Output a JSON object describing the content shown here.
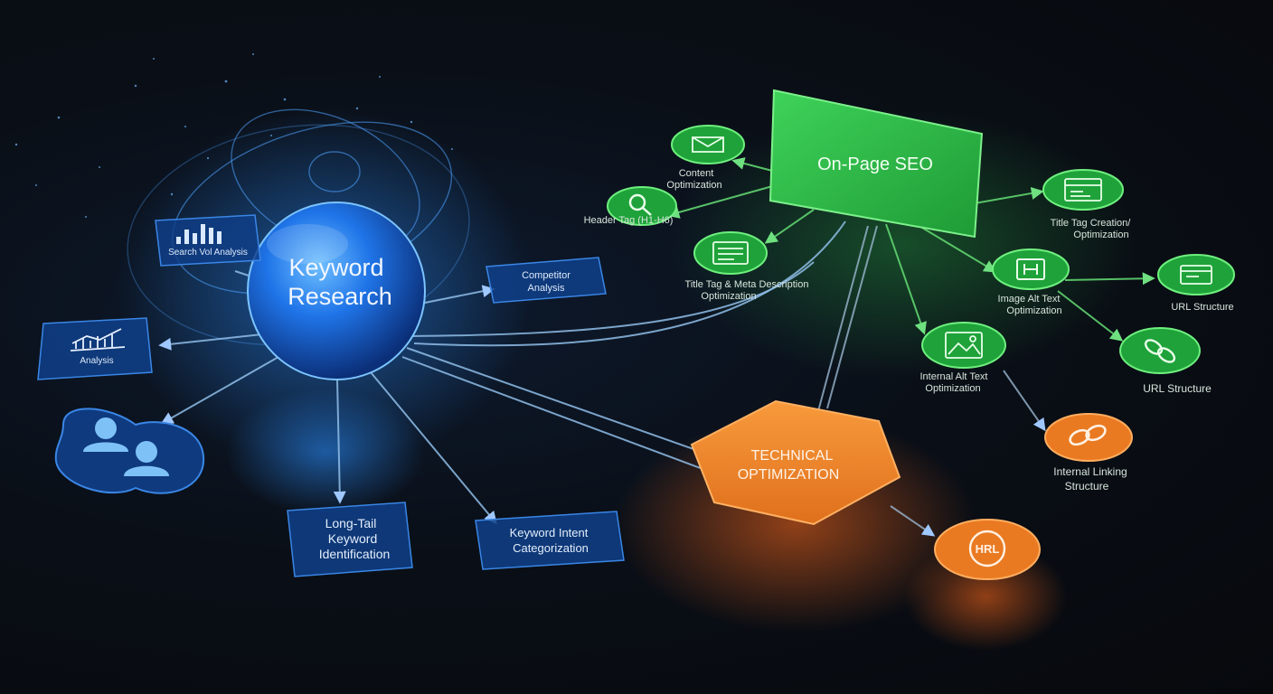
{
  "keyword": {
    "hub": {
      "line1": "Keyword",
      "line2": "Research"
    },
    "search_volume": "Search Vol Analysis",
    "competitor": {
      "line1": "Competitor",
      "line2": "Analysis"
    },
    "analysis": "Analysis",
    "long_tail": {
      "line1": "Long-Tail",
      "line2": "Keyword",
      "line3": "Identification"
    },
    "intent": {
      "line1": "Keyword Intent",
      "line2": "Categorization"
    }
  },
  "onpage": {
    "hub": "On-Page SEO",
    "content": {
      "line1": "Content",
      "line2": "Optimization"
    },
    "header": "Header Tag (H1-H6)",
    "title_meta": {
      "line1": "Title Tag & Meta Description",
      "line2": "Optimization"
    },
    "title_creation": {
      "line1": "Title Tag Creation/",
      "line2": "Optimization"
    },
    "image_alt": {
      "line1": "Image Alt Text",
      "line2": "Optimization"
    },
    "url_top": "URL Structure",
    "internal_alt": {
      "line1": "Internal Alt Text",
      "line2": "Optimization"
    },
    "url_bottom": "URL Structure"
  },
  "technical": {
    "hub": {
      "line1": "TECHNICAL",
      "line2": "OPTIMIZATION"
    },
    "internal_linking": {
      "line1": "Internal Linking",
      "line2": "Structure"
    },
    "url_badge": "HRL"
  },
  "colors": {
    "blue": "#2b8fff",
    "green": "#2fc04a",
    "orange": "#f08a2c",
    "text": "#e8eef5"
  },
  "icons": [
    "bar-chart-icon",
    "users-icon",
    "envelope-icon",
    "search-icon",
    "document-icon",
    "window-icon",
    "h-icon",
    "image-icon",
    "link-icon"
  ]
}
